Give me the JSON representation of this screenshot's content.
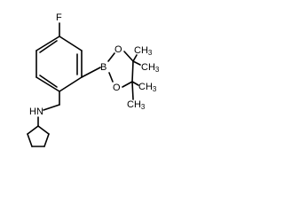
{
  "atoms": {
    "fluorine": "F",
    "boron": "B",
    "oxygen_upper": "O",
    "oxygen_lower": "O",
    "amine": "HN",
    "methyl_upper_label": "CH",
    "methyl_upper_sub": "3",
    "methyl_side_label": "CH",
    "methyl_side_sub": "3",
    "methyl_lower_label": "CH",
    "methyl_lower_sub": "3",
    "methyl_bottom_label": "CH",
    "methyl_bottom_sub": "3"
  }
}
